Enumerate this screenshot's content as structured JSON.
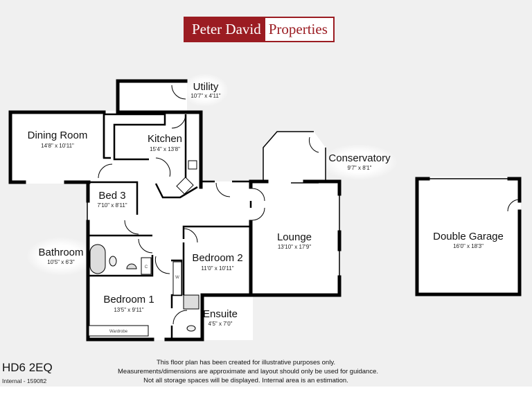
{
  "brand": {
    "name_part1": "Peter David",
    "name_part2": "Properties",
    "color": "#9b1c22"
  },
  "rooms": [
    {
      "name": "Utility",
      "dims": "10'7\" x 4'11\""
    },
    {
      "name": "Dining Room",
      "dims": "14'8\" x 10'11\""
    },
    {
      "name": "Kitchen",
      "dims": "15'4\" x 13'8\""
    },
    {
      "name": "Conservatory",
      "dims": "9'7\" x 8'1\""
    },
    {
      "name": "Bed 3",
      "dims": "7'10\" x 8'11\""
    },
    {
      "name": "Lounge",
      "dims": "13'10\" x 17'9\""
    },
    {
      "name": "Double Garage",
      "dims": "16'0\" x 18'3\""
    },
    {
      "name": "Bathroom",
      "dims": "10'5\" x 6'3\""
    },
    {
      "name": "Bedroom 2",
      "dims": "11'0\" x 10'11\""
    },
    {
      "name": "Bedroom 1",
      "dims": "13'5\" x 9'11\""
    },
    {
      "name": "Ensuite",
      "dims": "4'5\" x 7'0\""
    }
  ],
  "fixtures": {
    "wardrobe": "Wardrobe",
    "cupboard": "C",
    "wardrobe_short": "W"
  },
  "footer": {
    "postcode": "HD6 2EQ",
    "area": "Internal - 1590ft2",
    "disclaimer": [
      "This floor plan has been created for illustrative purposes only.",
      "Measurements/dimensions are approximate and layout should only be used for guidance.",
      "Not all storage spaces will be displayed. Internal area is an estimation."
    ]
  }
}
